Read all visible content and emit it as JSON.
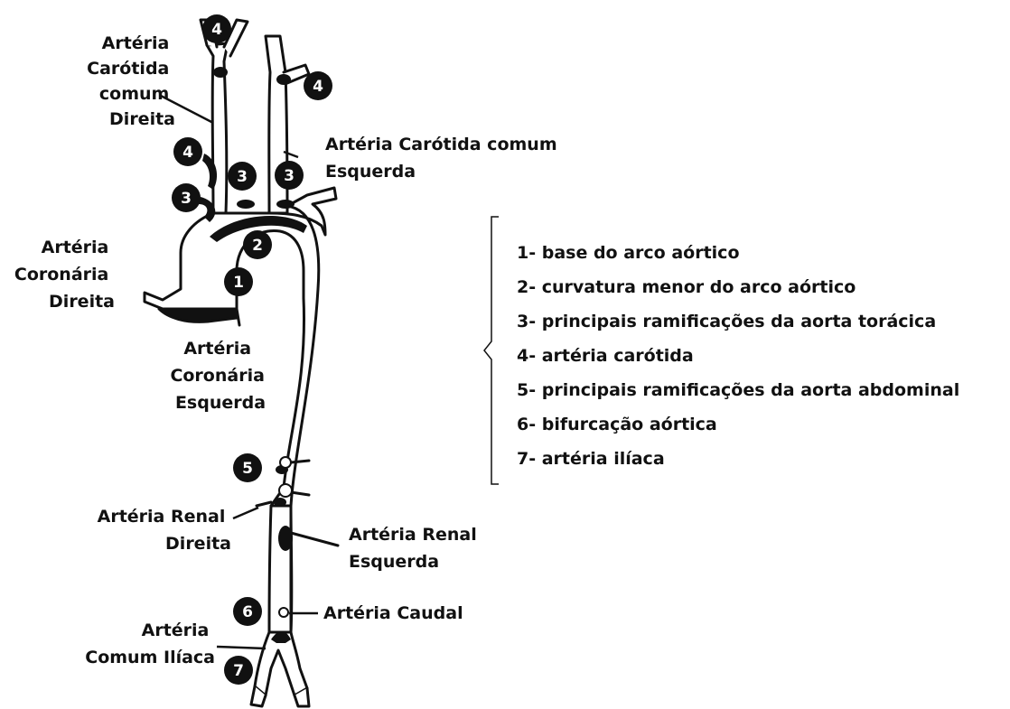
{
  "colors": {
    "ink": "#111111",
    "paper": "#ffffff",
    "vessel_fill": "#ffffff"
  },
  "labels": {
    "right_common_carotid": [
      "Artéria",
      "Carótida",
      "comum",
      "Direita"
    ],
    "left_common_carotid": [
      "Artéria Carótida comum",
      "Esquerda"
    ],
    "right_coronary": [
      "Artéria",
      "Coronária",
      "Direita"
    ],
    "left_coronary": [
      "Artéria",
      "Coronária",
      "Esquerda"
    ],
    "right_renal": [
      "Artéria Renal",
      "Direita"
    ],
    "left_renal": [
      "Artéria Renal",
      "Esquerda"
    ],
    "caudal": [
      "Artéria Caudal"
    ],
    "common_iliac": [
      "Artéria",
      "Comum  Ilíaca"
    ]
  },
  "markers": [
    "4",
    "4",
    "4",
    "3",
    "3",
    "3",
    "2",
    "1",
    "5",
    "6",
    "7"
  ],
  "legend": {
    "items": [
      "1- base do arco aórtico",
      "2- curvatura menor do arco aórtico",
      "3- principais ramificações da aorta torácica",
      "4- artéria carótida",
      "5- principais ramificações da aorta abdominal",
      "6- bifurcação aórtica",
      "7- artéria ilíaca"
    ]
  }
}
